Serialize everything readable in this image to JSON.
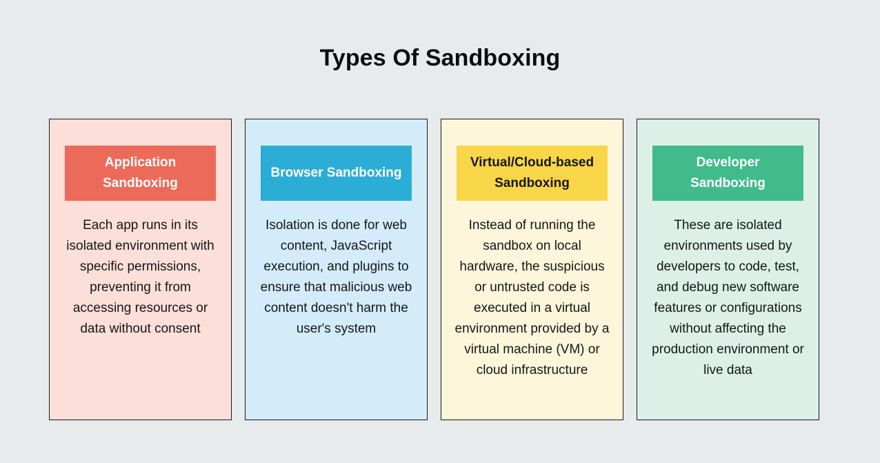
{
  "page": {
    "title": "Types Of Sandboxing",
    "background_color": "#e8ebec",
    "text_color": "#0d0d0d"
  },
  "cards": [
    {
      "id": "application-sandboxing",
      "header": "Application Sandboxing",
      "body": "Each app runs in its isolated environment with specific permissions, preventing it from accessing resources or data without consent",
      "card_background": "#fcdfd8",
      "header_background": "#ec6a5a",
      "header_text_color": "#ffffff"
    },
    {
      "id": "browser-sandboxing",
      "header": "Browser Sandboxing",
      "body": "Isolation is done for web content, JavaScript execution, and plugins to ensure that malicious web content doesn't harm the user's system",
      "card_background": "#d4ecf9",
      "header_background": "#2badd6",
      "header_text_color": "#ffffff"
    },
    {
      "id": "virtual-cloud-based-sandboxing",
      "header": "Virtual/Cloud-based Sandboxing",
      "body": "Instead of running the sandbox on local hardware, the suspicious or untrusted code is executed in a virtual environment provided by a virtual machine (VM) or cloud infrastructure",
      "card_background": "#fdf6da",
      "header_background": "#f9d548",
      "header_text_color": "#14181b"
    },
    {
      "id": "developer-sandboxing",
      "header": "Developer Sandboxing",
      "body": "These are isolated environments used by developers to code, test, and debug new software features or configurations without affecting the production environment or live data",
      "card_background": "#dcf0e7",
      "header_background": "#41bb8c",
      "header_text_color": "#ffffff"
    }
  ]
}
